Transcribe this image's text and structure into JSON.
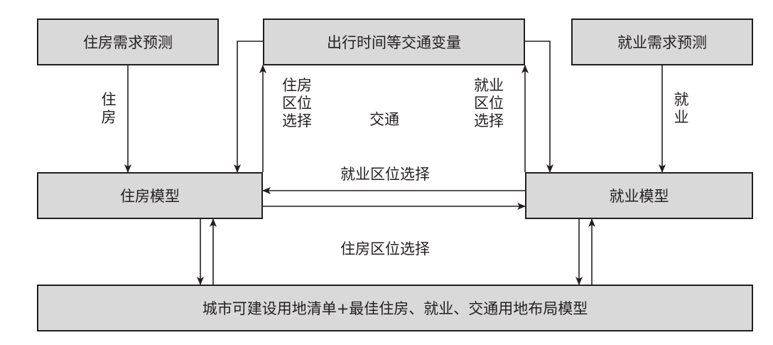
{
  "boxes": {
    "housing_demand": "住房需求预测",
    "traffic_vars": "出行时间等交通变量",
    "employment_demand": "就业需求预测",
    "housing_model": "住房模型",
    "employment_model": "就业模型",
    "land_inventory": "城市可建设用地清单+最佳住房、就业、交通用地布局模型"
  },
  "labels": {
    "housing_vertical": "住房",
    "employment_vertical": "就业",
    "housing_location_upper": "住房区位选择",
    "traffic": "交通",
    "employment_location_upper": "就业区位选择",
    "employment_location_middle": "就业区位选择",
    "housing_location_lower": "住房区位选择"
  },
  "colors": {
    "box_fill": "#d9d9d9",
    "line": "#231f20"
  }
}
